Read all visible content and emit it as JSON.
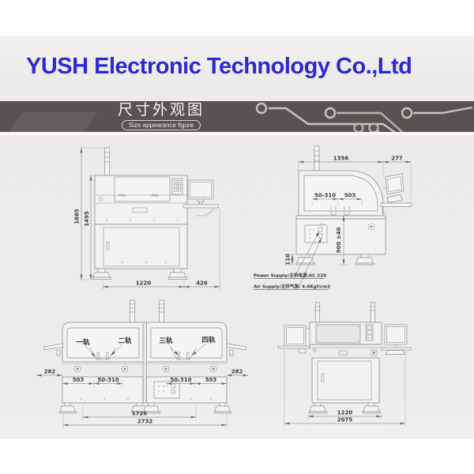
{
  "header": {
    "company": "YUSH Electronic Technology Co.,Ltd"
  },
  "banner": {
    "title_zh": "尺寸外观图",
    "title_en": "Size appearance figure"
  },
  "colors": {
    "accent_blue": "#2b29cf",
    "banner_bg": "#585353",
    "drawing_line": "#8e8e93",
    "dim_text": "#3c3c42",
    "page_bg": "#edecea"
  },
  "views": {
    "front": {
      "dims": {
        "overall_height": "1885",
        "body_height": "1495",
        "body_width": "1220",
        "monitor_ext": "426"
      }
    },
    "side": {
      "dims": {
        "body_depth": "1356",
        "monitor_ext": "277",
        "rail_range": "50-310",
        "rail_offset": "503",
        "work_height": "900 ±40",
        "foot_height": "110"
      },
      "callouts": {
        "power": "Power Supply/主供电源:AC 220",
        "air": "Air Supply/主供气源: 4-6Kgf/cm2"
      }
    },
    "dual_front": {
      "rails": [
        "一轨",
        "二轨",
        "三轨",
        "四轨"
      ],
      "dims": {
        "left_ext": "282",
        "right_ext": "282",
        "left_offset": "503",
        "right_offset": "503",
        "left_rail_range": "50-310",
        "right_rail_range": "50-310",
        "inner_width": "1726",
        "overall_width": "2732"
      }
    },
    "dual_side": {
      "dims": {
        "body_width": "1220",
        "overall_width": "2075"
      }
    }
  }
}
